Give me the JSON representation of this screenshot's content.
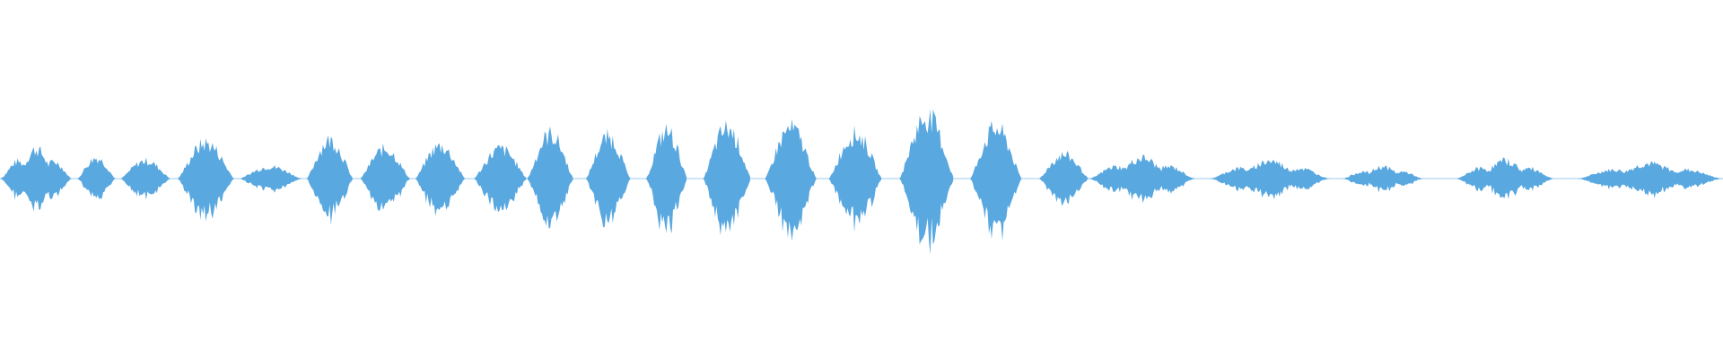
{
  "waveform": {
    "color": "#5aa8e0",
    "segments": [
      {
        "start": 0.0,
        "end": 0.042,
        "peak": 0.1
      },
      {
        "start": 0.045,
        "end": 0.067,
        "peak": 0.07
      },
      {
        "start": 0.07,
        "end": 0.099,
        "peak": 0.06
      },
      {
        "start": 0.103,
        "end": 0.136,
        "peak": 0.12
      },
      {
        "start": 0.139,
        "end": 0.175,
        "peak": 0.04
      },
      {
        "start": 0.178,
        "end": 0.205,
        "peak": 0.13
      },
      {
        "start": 0.209,
        "end": 0.238,
        "peak": 0.1
      },
      {
        "start": 0.241,
        "end": 0.27,
        "peak": 0.11
      },
      {
        "start": 0.275,
        "end": 0.306,
        "peak": 0.1
      },
      {
        "start": 0.306,
        "end": 0.333,
        "peak": 0.15
      },
      {
        "start": 0.34,
        "end": 0.366,
        "peak": 0.14
      },
      {
        "start": 0.375,
        "end": 0.399,
        "peak": 0.16
      },
      {
        "start": 0.408,
        "end": 0.436,
        "peak": 0.17
      },
      {
        "start": 0.444,
        "end": 0.474,
        "peak": 0.17
      },
      {
        "start": 0.481,
        "end": 0.512,
        "peak": 0.15
      },
      {
        "start": 0.522,
        "end": 0.554,
        "peak": 0.21
      },
      {
        "start": 0.563,
        "end": 0.593,
        "peak": 0.17
      },
      {
        "start": 0.603,
        "end": 0.632,
        "peak": 0.08
      },
      {
        "start": 0.632,
        "end": 0.694,
        "peak": 0.07
      },
      {
        "start": 0.702,
        "end": 0.772,
        "peak": 0.06
      },
      {
        "start": 0.779,
        "end": 0.826,
        "peak": 0.04
      },
      {
        "start": 0.845,
        "end": 0.902,
        "peak": 0.06
      },
      {
        "start": 0.915,
        "end": 1.0,
        "peak": 0.05
      }
    ]
  }
}
